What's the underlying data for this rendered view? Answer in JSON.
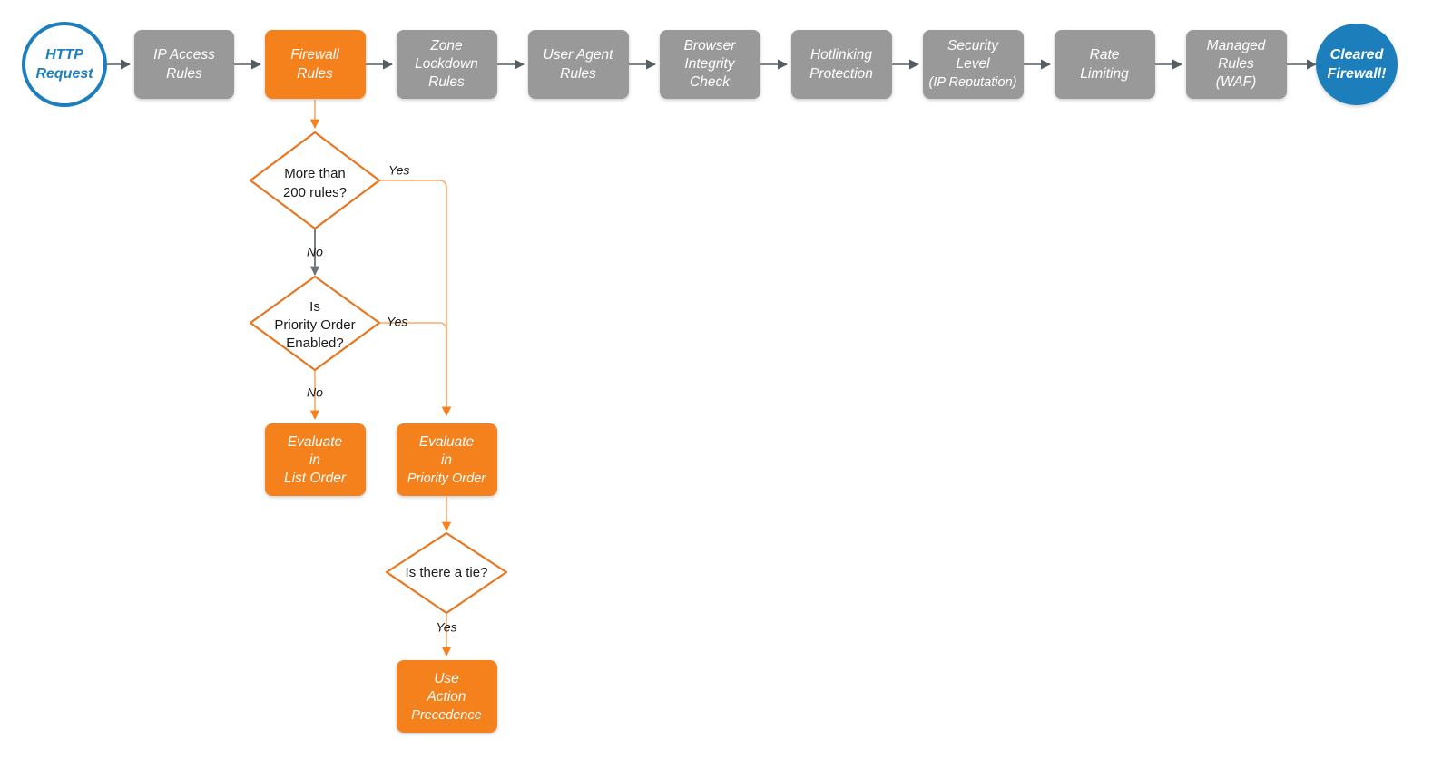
{
  "diagram": {
    "title": "Cloudflare request firewall evaluation order",
    "colors": {
      "grey_fill": "#999999",
      "orange_fill": "#f5811f",
      "orange_stroke": "#e8761f",
      "orange_link": "#f9a86a",
      "blue": "#1b7fbc",
      "grey_link": "#555f63",
      "text_dark": "#1a1a1a",
      "text_light": "#ffffff",
      "background": "#ffffff"
    },
    "pipeline": {
      "start": {
        "name": "http-request",
        "shape": "circle",
        "lines": [
          "HTTP",
          "Request"
        ],
        "style": "outline-blue"
      },
      "steps": [
        {
          "name": "ip-access-rules",
          "shape": "box",
          "lines": [
            "IP Access",
            "Rules"
          ],
          "style": "grey"
        },
        {
          "name": "firewall-rules",
          "shape": "box",
          "lines": [
            "Firewall",
            "Rules"
          ],
          "style": "orange"
        },
        {
          "name": "zone-lockdown-rules",
          "shape": "box",
          "lines": [
            "Zone",
            "Lockdown",
            "Rules"
          ],
          "style": "grey"
        },
        {
          "name": "user-agent-rules",
          "shape": "box",
          "lines": [
            "User Agent",
            "Rules"
          ],
          "style": "grey"
        },
        {
          "name": "browser-integrity-check",
          "shape": "box",
          "lines": [
            "Browser",
            "Integrity",
            "Check"
          ],
          "style": "grey"
        },
        {
          "name": "hotlinking-protection",
          "shape": "box",
          "lines": [
            "Hotlinking",
            "Protection"
          ],
          "style": "grey"
        },
        {
          "name": "security-level",
          "shape": "box",
          "lines": [
            "Security",
            "Level",
            "(IP Reputation)"
          ],
          "style": "grey"
        },
        {
          "name": "rate-limiting",
          "shape": "box",
          "lines": [
            "Rate",
            "Limiting"
          ],
          "style": "grey"
        },
        {
          "name": "managed-rules-waf",
          "shape": "box",
          "lines": [
            "Managed",
            "Rules",
            "(WAF)"
          ],
          "style": "grey"
        }
      ],
      "end": {
        "name": "cleared-firewall",
        "shape": "circle",
        "lines": [
          "Cleared",
          "Firewall!"
        ],
        "style": "filled-blue"
      }
    },
    "decisions": [
      {
        "name": "more-than-200-rules",
        "lines": [
          "More than",
          "200 rules?"
        ],
        "branches": [
          {
            "label": "Yes",
            "direction": "right"
          },
          {
            "label": "No",
            "direction": "down"
          }
        ]
      },
      {
        "name": "is-priority-order-enabled",
        "lines": [
          "Is",
          "Priority Order",
          "Enabled?"
        ],
        "branches": [
          {
            "label": "Yes",
            "direction": "right"
          },
          {
            "label": "No",
            "direction": "down"
          }
        ]
      },
      {
        "name": "is-there-a-tie",
        "lines": [
          "Is there a tie?"
        ],
        "branches": [
          {
            "label": "Yes",
            "direction": "down"
          }
        ]
      }
    ],
    "outcomes": [
      {
        "name": "evaluate-in-list-order",
        "lines": [
          "Evaluate",
          "in",
          "List Order"
        ],
        "style": "orange"
      },
      {
        "name": "evaluate-in-priority-order",
        "lines": [
          "Evaluate",
          "in",
          "Priority Order"
        ],
        "style": "orange"
      },
      {
        "name": "use-action-precedence",
        "lines": [
          "Use",
          "Action",
          "Precedence"
        ],
        "style": "orange"
      }
    ],
    "labels": {
      "yes_1": "Yes",
      "yes_2": "Yes",
      "yes_3": "Yes",
      "no_1": "No",
      "no_2": "No"
    }
  }
}
